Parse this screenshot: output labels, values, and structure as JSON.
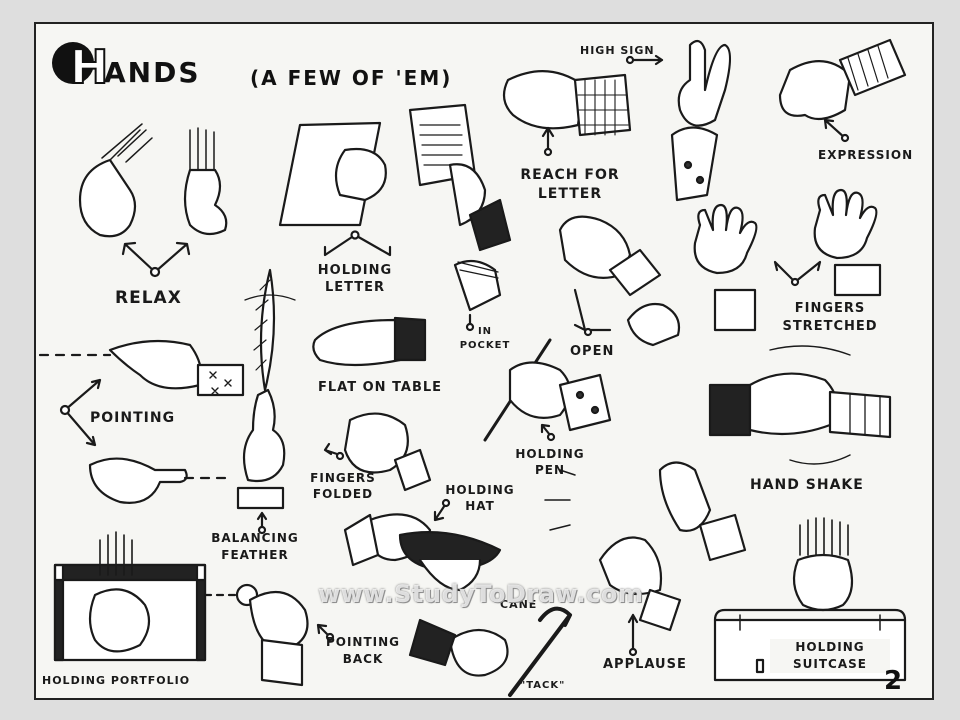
{
  "title": {
    "first_letter": "H",
    "rest": "ANDS",
    "subtitle": "(A FEW OF 'EM)"
  },
  "labels": {
    "relax": "RELAX",
    "holding_letter": "HOLDING LETTER",
    "high_sign": "HIGH SIGN",
    "reach_for_letter": "REACH FOR LETTER",
    "expression": "EXPRESSION",
    "in_pocket": "IN POCKET",
    "open": "OPEN",
    "fingers_stretched": "FINGERS STRETCHED",
    "flat_on_table": "FLAT ON TABLE",
    "pointing": "POINTING",
    "holding_pen": "HOLDING PEN",
    "hand_shake": "HAND SHAKE",
    "fingers_folded": "FINGERS FOLDED",
    "balancing_feather": "BALANCING FEATHER",
    "holding_hat": "HOLDING HAT",
    "cane": "CANE",
    "pointing_back": "POINTING BACK",
    "applause": "APPLAUSE",
    "holding_suitcase": "HOLDING SUITCASE",
    "holding_portfolio": "HOLDING PORTFOLIO",
    "signature": "\"TACK\""
  },
  "watermark": "www.StudyToDraw.com",
  "page_number": "2"
}
